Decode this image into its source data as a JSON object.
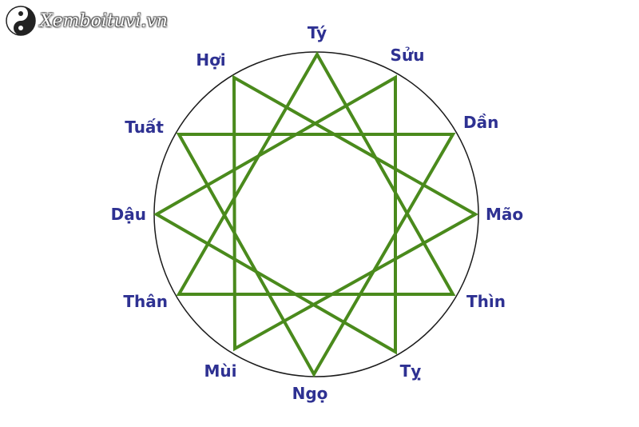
{
  "watermark": {
    "text": "Xemboituvi.vn",
    "icon": "yin-yang-icon"
  },
  "diagram": {
    "type": "twelve-point star (four interlocking triangles) inscribed in a circle",
    "circle_color": "#1a1a1a",
    "line_color": "#4a8a1c",
    "label_color": "#2e3192",
    "nodes": [
      {
        "id": "ty_rat",
        "label": "Tý"
      },
      {
        "id": "suu",
        "label": "Sửu"
      },
      {
        "id": "dan",
        "label": "Dần"
      },
      {
        "id": "mao",
        "label": "Mão"
      },
      {
        "id": "thin",
        "label": "Thìn"
      },
      {
        "id": "ty_snake",
        "label": "Tỵ"
      },
      {
        "id": "ngo",
        "label": "Ngọ"
      },
      {
        "id": "mui",
        "label": "Mùi"
      },
      {
        "id": "than",
        "label": "Thân"
      },
      {
        "id": "dau",
        "label": "Dậu"
      },
      {
        "id": "tuat",
        "label": "Tuất"
      },
      {
        "id": "hoi",
        "label": "Hợi"
      }
    ],
    "triangles": [
      [
        "ty_rat",
        "thin",
        "than"
      ],
      [
        "suu",
        "ty_snake",
        "dau"
      ],
      [
        "dan",
        "ngo",
        "tuat"
      ],
      [
        "mao",
        "mui",
        "hoi"
      ]
    ]
  }
}
